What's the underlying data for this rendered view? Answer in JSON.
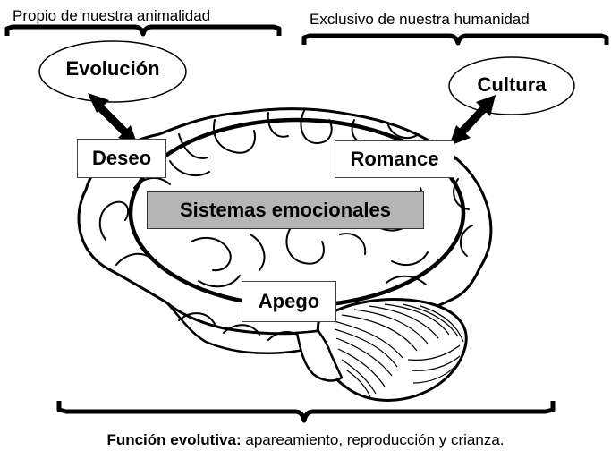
{
  "top_left_label": "Propio de nuestra animalidad",
  "top_right_label": "Exclusivo de nuestra humanidad",
  "ellipse_left": "Evolución",
  "ellipse_right": "Cultura",
  "box_deseo": "Deseo",
  "box_romance": "Romance",
  "box_sistemas": "Sistemas emocionales",
  "box_apego": "Apego",
  "footer_bold": "Función evolutiva:",
  "footer_rest": " apareamiento, reproducción y crianza.",
  "colors": {
    "line": "#000000",
    "box_grey": "#b5b5b5",
    "background": "#ffffff"
  }
}
